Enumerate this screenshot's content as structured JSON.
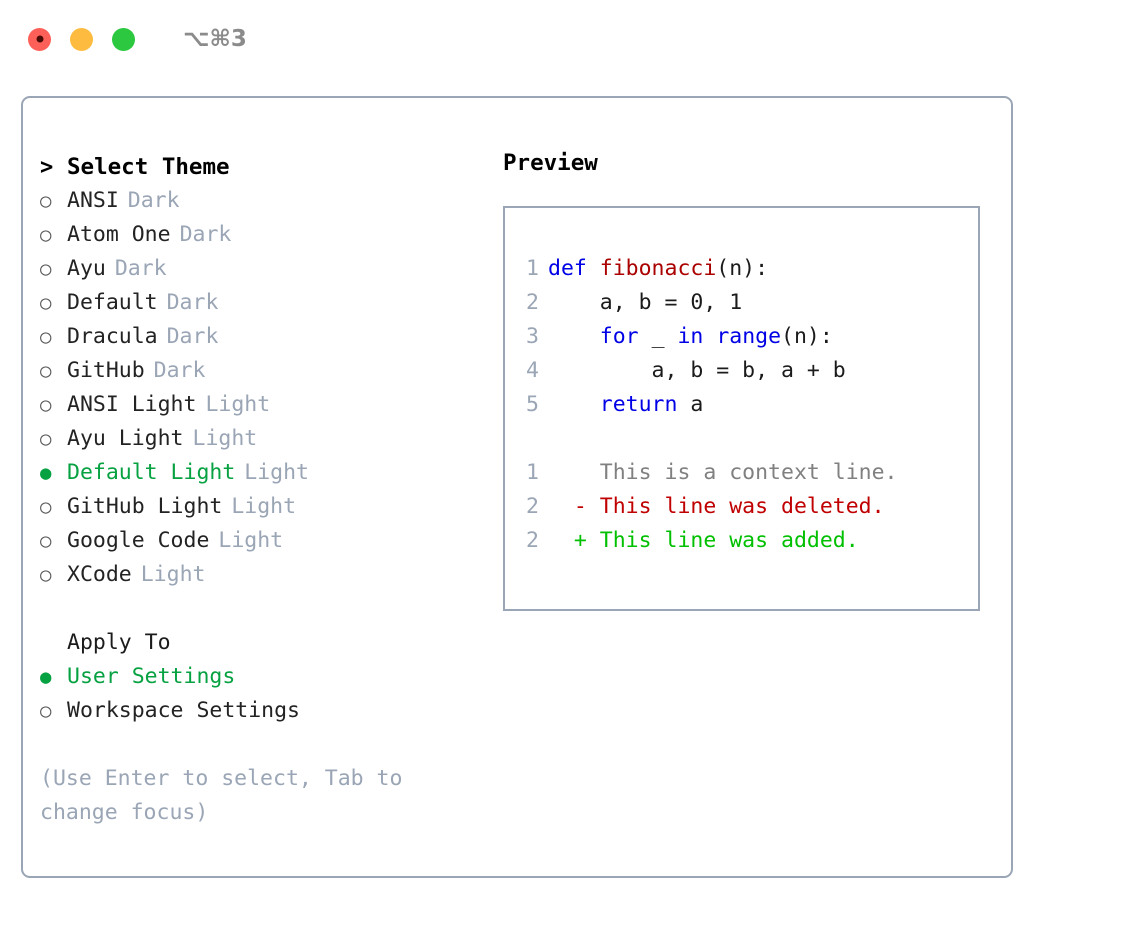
{
  "window": {
    "title": "⌥⌘3",
    "traffic_lights": [
      {
        "name": "close",
        "color": "#fc6058"
      },
      {
        "name": "minimize",
        "color": "#fdbc40"
      },
      {
        "name": "zoom",
        "color": "#2bc840"
      }
    ]
  },
  "theme_picker": {
    "header": {
      "marker": ">",
      "label": "Select Theme"
    },
    "items": [
      {
        "marker": "○",
        "label": "ANSI",
        "type": "Dark",
        "selected": false
      },
      {
        "marker": "○",
        "label": "Atom One",
        "type": "Dark",
        "selected": false
      },
      {
        "marker": "○",
        "label": "Ayu",
        "type": "Dark",
        "selected": false
      },
      {
        "marker": "○",
        "label": "Default",
        "type": "Dark",
        "selected": false
      },
      {
        "marker": "○",
        "label": "Dracula",
        "type": "Dark",
        "selected": false
      },
      {
        "marker": "○",
        "label": "GitHub",
        "type": "Dark",
        "selected": false
      },
      {
        "marker": "○",
        "label": "ANSI Light",
        "type": "Light",
        "selected": false
      },
      {
        "marker": "○",
        "label": "Ayu Light",
        "type": "Light",
        "selected": false
      },
      {
        "marker": "●",
        "label": "Default Light",
        "type": "Light",
        "selected": true
      },
      {
        "marker": "○",
        "label": "GitHub Light",
        "type": "Light",
        "selected": false
      },
      {
        "marker": "○",
        "label": "Google Code",
        "type": "Light",
        "selected": false
      },
      {
        "marker": "○",
        "label": "XCode",
        "type": "Light",
        "selected": false
      }
    ]
  },
  "apply_to": {
    "title": "Apply To",
    "options": [
      {
        "marker": "●",
        "label": "User Settings",
        "selected": true
      },
      {
        "marker": "○",
        "label": "Workspace Settings",
        "selected": false
      }
    ]
  },
  "hint": "(Use Enter to select, Tab to change focus)",
  "preview": {
    "title": "Preview",
    "code_lines": [
      {
        "number": "1",
        "tokens": [
          {
            "text": "def ",
            "kind": "kw"
          },
          {
            "text": "fibonacci",
            "kind": "fn"
          },
          {
            "text": "(n):",
            "kind": "pl"
          }
        ]
      },
      {
        "number": "2",
        "tokens": [
          {
            "text": "    a, b = 0, 1",
            "kind": "pl"
          }
        ]
      },
      {
        "number": "3",
        "tokens": [
          {
            "text": "    ",
            "kind": "pl"
          },
          {
            "text": "for",
            "kind": "kw"
          },
          {
            "text": " _ ",
            "kind": "pl"
          },
          {
            "text": "in",
            "kind": "kw"
          },
          {
            "text": " ",
            "kind": "pl"
          },
          {
            "text": "range",
            "kind": "kw"
          },
          {
            "text": "(n):",
            "kind": "pl"
          }
        ]
      },
      {
        "number": "4",
        "tokens": [
          {
            "text": "        a, b = b, a + b",
            "kind": "pl"
          }
        ]
      },
      {
        "number": "5",
        "tokens": [
          {
            "text": "    ",
            "kind": "pl"
          },
          {
            "text": "return",
            "kind": "kw"
          },
          {
            "text": " a",
            "kind": "pl"
          }
        ]
      }
    ],
    "diff_lines": [
      {
        "number": "1",
        "sign": "  ",
        "text": "This is a context line.",
        "kind": "ctx"
      },
      {
        "number": "2",
        "sign": "- ",
        "text": "This line was deleted.",
        "kind": "del"
      },
      {
        "number": "2",
        "sign": "+ ",
        "text": "This line was added.",
        "kind": "add"
      }
    ]
  },
  "colors": {
    "selected_green": "#06a141",
    "muted_gray": "#9aa5b5",
    "border": "#9aa5b5",
    "keyword_blue": "#0000e6",
    "function_red": "#aa0000",
    "diff_deleted": "#c00000",
    "diff_added": "#00c000",
    "diff_context": "#808080"
  }
}
